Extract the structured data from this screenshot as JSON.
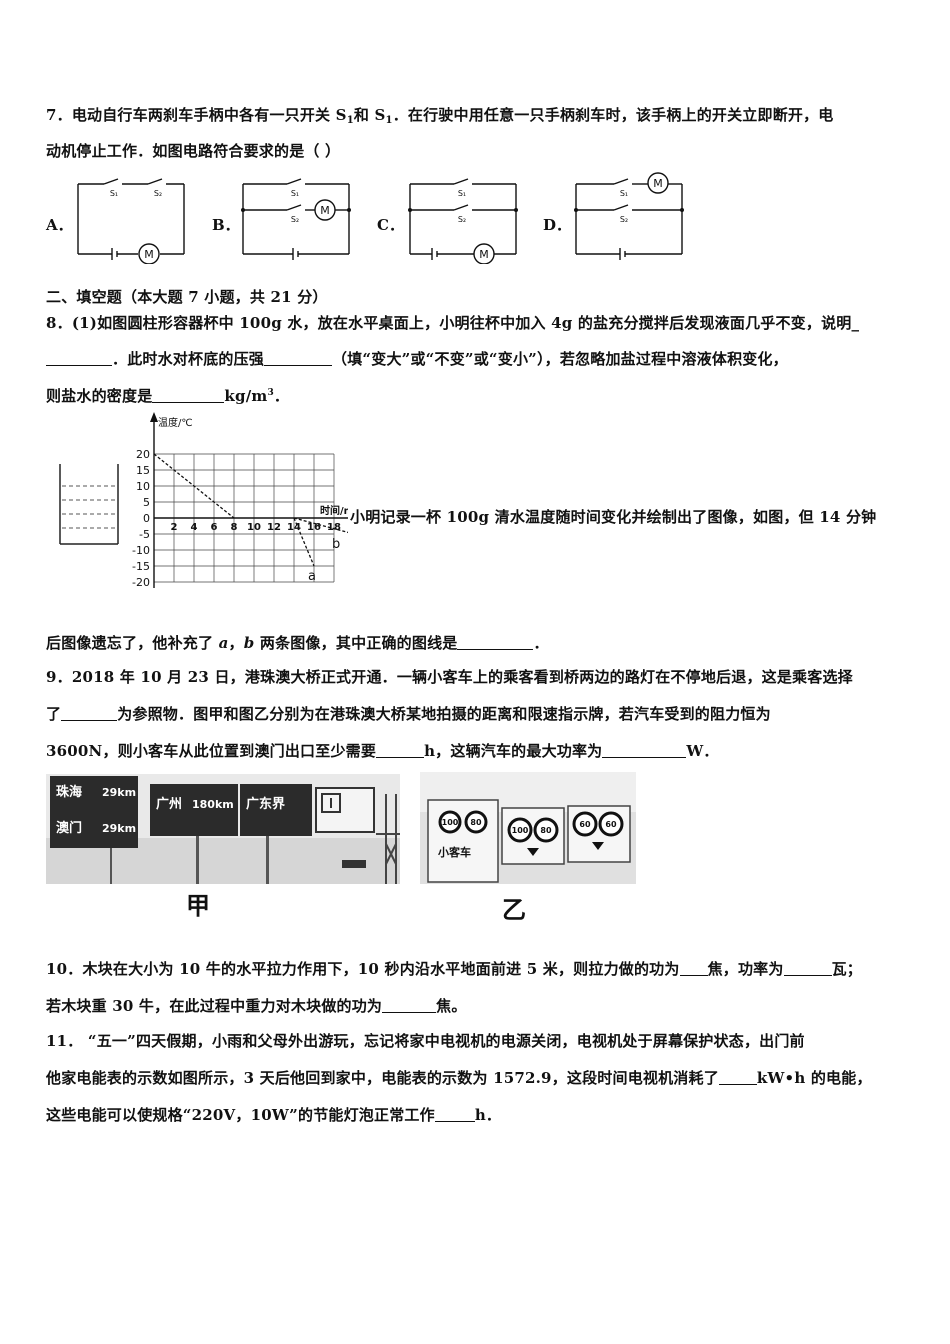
{
  "q7": {
    "line1_a": "7．电动自行车两刹车手柄中各有一只开关 S",
    "line1_sub1": "1",
    "line1_b": "和 S",
    "line1_sub2": "1",
    "line1_c": "．在行驶中用任意一只手柄刹车时，该手柄上的开关立即断开，电",
    "line2": "动机停止工作．如图电路符合要求的是（ ）",
    "options": [
      "A．",
      "B．",
      "C．",
      "D．"
    ],
    "switch_labels": {
      "a1": "S₁",
      "a2": "S₂",
      "b1": "S₁",
      "b2": "S₂",
      "c1": "S₁",
      "c2": "S₂",
      "d1": "S₁",
      "d2": "S₂"
    },
    "motor": "M"
  },
  "section2": {
    "title": "二、填空题（本大题 7 小题，共 21 分）"
  },
  "q8": {
    "line1": "8．(1)如图圆柱形容器杯中 100g 水，放在水平桌面上，小明往杯中加入 4g 的盐充分搅拌后发现液面几乎不变，说明_",
    "line2_a": "．此时水对杯底的压强",
    "line2_b": "（填“变大”或“不变”或“变小”），若忽略加盐过程中溶液体积变化，",
    "line3_a": "则盐水的密度是",
    "line3_b": "kg/m",
    "line3_sup": "3",
    "line3_c": "．",
    "graph_text": "小明记录一杯 100g 清水温度随时间变化并绘制出了图像，如图，但 14 分钟",
    "line5_a": "后图像遗忘了，他补充了 ",
    "line5_a_var": "a",
    "line5_b": "，",
    "line5_b_var": "b",
    "line5_c": " 两条图像，其中正确的图线是",
    "line5_d": "．"
  },
  "chart_data": {
    "type": "line",
    "ylabel": "温度/℃",
    "xlabel": "时间/min",
    "y_ticks": [
      "20",
      "15",
      "10",
      "5",
      "0",
      "-5",
      "-10",
      "-15",
      "-20"
    ],
    "x_ticks": [
      "2",
      "4",
      "6",
      "8",
      "10",
      "12",
      "14",
      "16",
      "18"
    ],
    "xlim": [
      0,
      18
    ],
    "ylim": [
      -20,
      20
    ],
    "grid": true,
    "series": [
      {
        "name": "",
        "x": [
          0,
          8
        ],
        "y": [
          20,
          0
        ]
      },
      {
        "name": "a",
        "x": [
          14,
          16
        ],
        "y": [
          0,
          -15
        ]
      },
      {
        "name": "b",
        "x": [
          14,
          20
        ],
        "y": [
          0,
          -5
        ]
      }
    ]
  },
  "q9": {
    "line1": "9．2018 年 10 月 23 日，港珠澳大桥正式开通．一辆小客车上的乘客看到桥两边的路灯在不停地后退，这是乘客选择",
    "line2_a": "了",
    "line2_b": "为参照物．图甲和图乙分别为在港珠澳大桥某地拍摄的距离和限速指示牌，若汽车受到的阻力恒为",
    "line3_a": "3600N，则小客车从此位置到澳门出口至少需要",
    "line3_b": "h，这辆汽车的最大功率为",
    "line3_c": "W．",
    "photo1": {
      "sign1": "珠海",
      "dist1": "29km",
      "sign2": "澳门",
      "dist2": "29km",
      "sign3": "广州",
      "dist3": "180km",
      "sign4": "广东界",
      "caption": "甲"
    },
    "photo2": {
      "limit1": "100",
      "limit2": "80",
      "limit3": "100",
      "limit4": "80",
      "limit5": "60",
      "limit6": "60",
      "lane": "小客车",
      "caption": "乙"
    }
  },
  "q10": {
    "line1_a": "10．木块在大小为 10 牛的水平拉力作用下，10 秒内沿水平地面前进 5 米，则拉力做的功为",
    "line1_b": "焦，功率为",
    "line1_c": "瓦；",
    "line2_a": "若木块重 30 牛，在此过程中重力对木块做的功为",
    "line2_b": "焦。"
  },
  "q11": {
    "line1": "11．  “五一”四天假期，小雨和父母外出游玩，忘记将家中电视机的电源关闭，电视机处于屏幕保护状态，出门前",
    "line2_a": "他家电能表的示数如图所示，3 天后他回到家中，电能表的示数为 1572.9，这段时间电视机消耗了",
    "line2_b": "kW•h 的电能，",
    "line3_a": "这些电能可以使规格“220V，10W”的节能灯泡正常工作",
    "line3_b": "h．"
  }
}
